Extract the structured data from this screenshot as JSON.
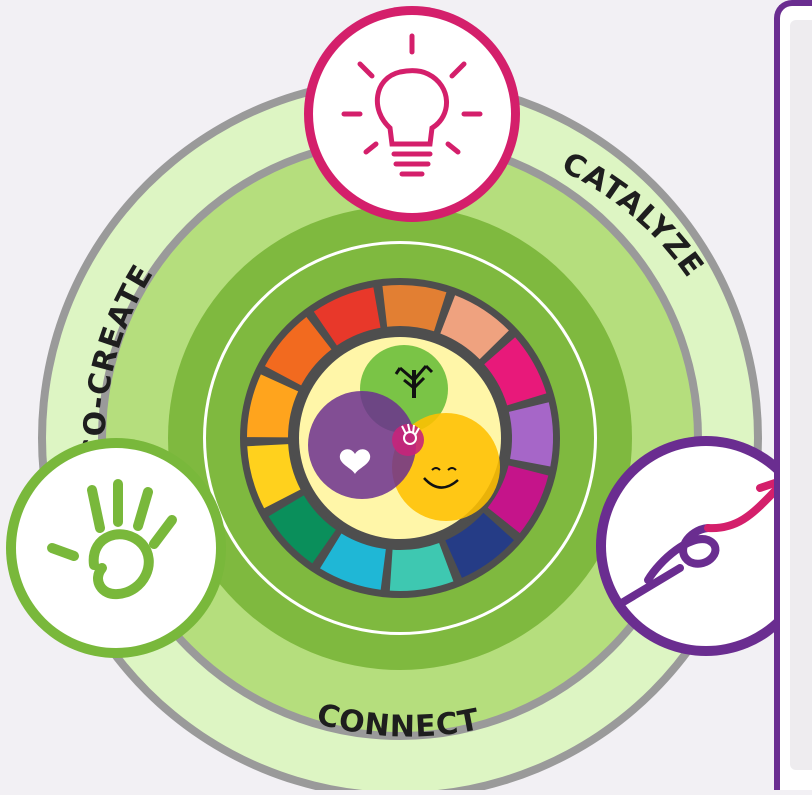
{
  "diagram": {
    "labels": {
      "top_left": "CO-CREATE",
      "top_right": "CATALYZE",
      "bottom": "CONNECT"
    },
    "nodes": [
      {
        "name": "lightbulb-node",
        "icon": "lightbulb-icon",
        "color": "#d41f6b"
      },
      {
        "name": "hand-spiral-node",
        "icon": "hand-spiral-icon",
        "color": "#79b83b"
      },
      {
        "name": "spiral-arrow-node",
        "icon": "spiral-arrow-icon",
        "color": "#6a2d90"
      }
    ],
    "color_wheel": [
      "#e8382a",
      "#e27f33",
      "#efa27f",
      "#e8197a",
      "#a666c8",
      "#c5148a",
      "#253c86",
      "#3ec8b1",
      "#1fb7d6",
      "#0a8f5b",
      "#ffd11d",
      "#ffa41d",
      "#f26a1f"
    ],
    "venn": {
      "circles": [
        {
          "name": "growth",
          "icon": "tree-icon",
          "color": "#6fbf3e"
        },
        {
          "name": "love",
          "icon": "heart-icon",
          "color": "#6a2d90"
        },
        {
          "name": "joy",
          "icon": "smile-icon",
          "color": "#ffc000"
        }
      ],
      "center_icon": "hand-spiral-icon"
    },
    "colors": {
      "outer_ring": "#c9e9a4",
      "outer_border": "#9a9a9a",
      "middle_ring": "#b5de7d",
      "inner_ring": "#7fb93f",
      "core": "#fff6a8",
      "wheel_frame": "#4e4e4e"
    }
  }
}
